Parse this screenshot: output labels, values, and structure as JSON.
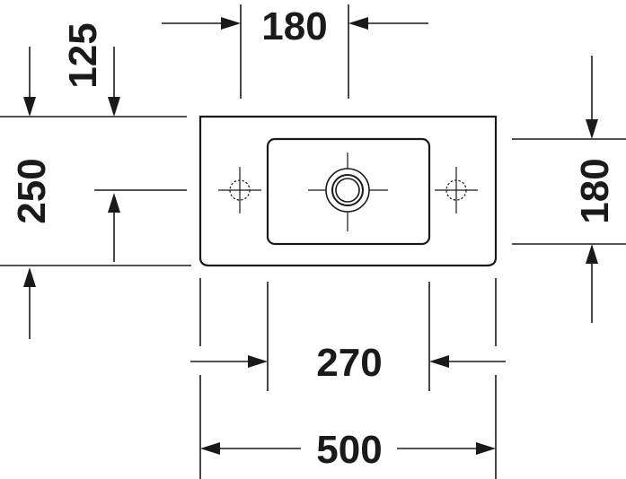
{
  "dimensions": {
    "top_width": "180",
    "side_offset": "125",
    "overall_depth": "250",
    "right_height": "180",
    "inner_width": "270",
    "overall_width": "500"
  }
}
